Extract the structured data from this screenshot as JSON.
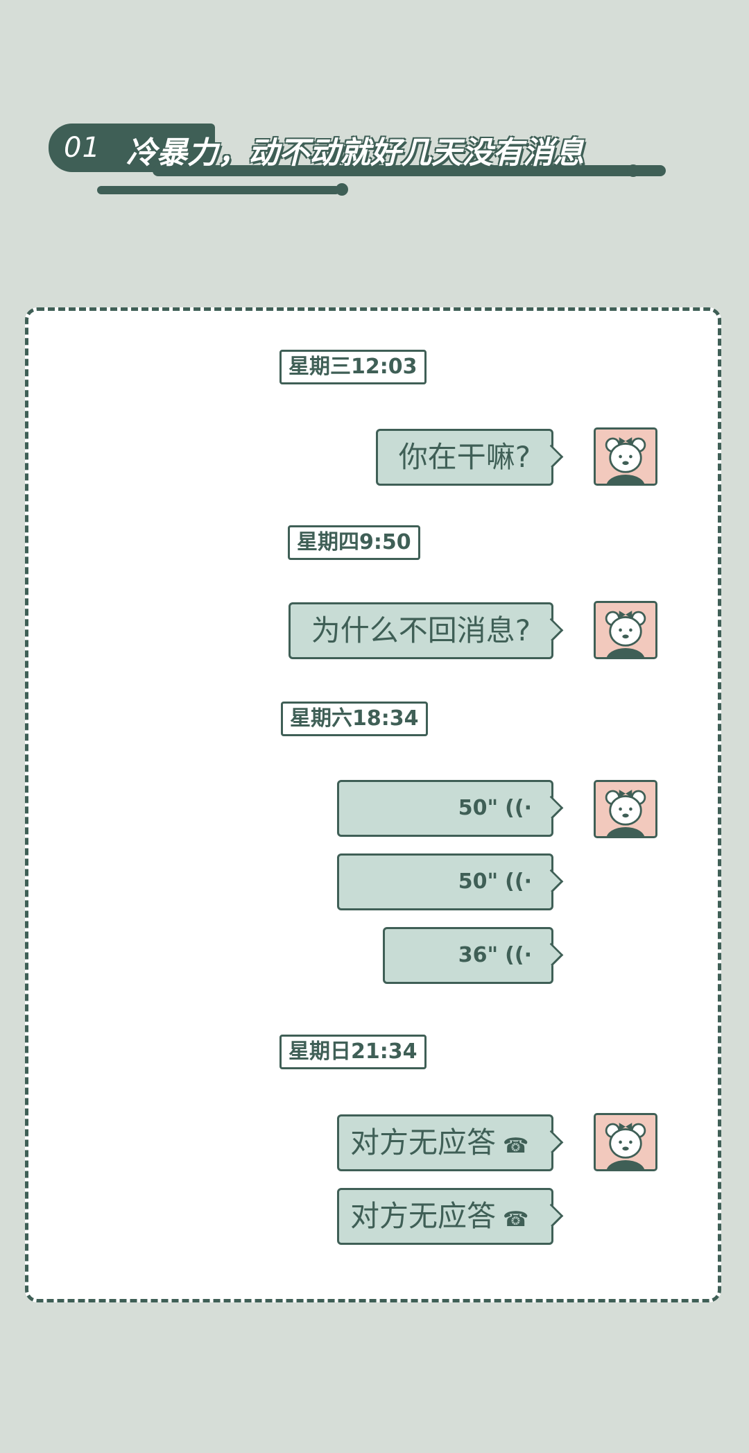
{
  "header": {
    "number": "01",
    "title": "冷暴力，动不动就好几天没有消息"
  },
  "chat": {
    "timestamps": [
      "星期三12:03",
      "星期四9:50",
      "星期六18:34",
      "星期日21:34"
    ],
    "messages": {
      "m1": "你在干嘛?",
      "m2": "为什么不回消息?",
      "v1": "50\"",
      "v2": "50\"",
      "v3": "36\"",
      "call1": "对方无应答",
      "call2": "对方无应答"
    },
    "wave_glyph": "((·"
  },
  "colors": {
    "background": "#d6ddd7",
    "accent": "#3f5f56",
    "bubble": "#c8dcd5",
    "avatar_bg": "#f2c9bd"
  },
  "icons": {
    "avatar": "bear-avatar-icon",
    "voice": "voice-wave-icon",
    "call": "hang-up-phone-icon"
  }
}
